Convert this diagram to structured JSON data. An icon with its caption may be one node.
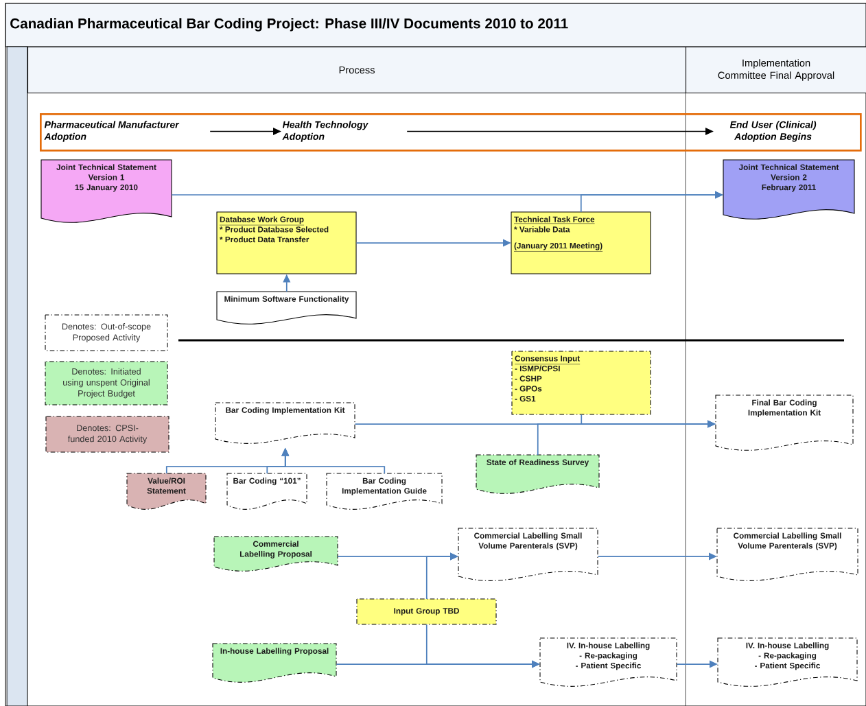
{
  "diagram": {
    "title": "Canadian Pharmaceutical Bar Coding Project:  Phase III/IV Documents 2010 to 2011",
    "nodes": [
      {
        "text": [
          "Process"
        ]
      },
      {
        "text": [
          "Implementation Committee Final Approval"
        ]
      },
      {
        "text": [],
        "shape": "box"
      },
      {
        "text": [
          "Pharmaceutical Manufacturer Adoption"
        ],
        "in": 2
      },
      {
        "text": [
          "Health Technology Adoption"
        ],
        "in": 2
      },
      {
        "text": [
          "End User (Clinical) Adoption Begins"
        ],
        "in": 2
      },
      {
        "text": [
          "Joint Technical Statement",
          "Version 1",
          "15 January 2010"
        ]
      },
      {
        "text": [
          "Database Work Group",
          "* Product Database Selected",
          "* Product Data Transfer"
        ]
      },
      {
        "text": [
          "Technical Task Force",
          "* Variable Data",
          "(January 2011 Meeting)"
        ]
      },
      {
        "text": [
          "Joint Technical Statement",
          "Version 2",
          "February 2011"
        ]
      },
      {
        "text": [
          "Minimum Software Functionality"
        ]
      },
      {
        "text": [
          "Denotes:  Out-of-scope Proposed Activity"
        ]
      },
      {
        "text": [
          "Denotes: Initiated using unspent Original Project Budget"
        ]
      },
      {
        "text": [
          "Denotes: CPSI-funded 2010 Activity"
        ]
      },
      {
        "text": [
          "Consensus Input",
          "- ISMP/CPSI",
          "- CSHP",
          "- GPOs",
          "- GS1"
        ]
      },
      {
        "text": [
          "Bar Coding Implementation Kit"
        ]
      },
      {
        "text": [
          "Final Bar Coding Implementation Kit"
        ]
      },
      {
        "text": [
          "State of Readiness Survey"
        ]
      },
      {
        "text": [
          "Value/ROI Statement"
        ]
      },
      {
        "text": [
          "Bar Coding “101”"
        ]
      },
      {
        "text": [
          "Bar Coding Implementation Guide"
        ]
      },
      {
        "text": [
          "Commercial Labelling Proposal"
        ]
      },
      {
        "text": [
          "Commercial Labelling Small Volume Parenterals (SVP)"
        ]
      },
      {
        "text": [
          "Commercial Labelling Small Volume Parenterals (SVP)"
        ]
      },
      {
        "text": [
          "Input Group TBD"
        ]
      },
      {
        "text": [
          "In-house Labelling Proposal"
        ]
      },
      {
        "text": [
          "IV.  In-house Labelling",
          "- Re-packaging",
          "- Patient Specific"
        ]
      },
      {
        "text": [
          "IV.  In-house Labelling",
          "- Re-packaging",
          "- Patient Specific"
        ]
      }
    ],
    "edges": [
      {
        "from": 3,
        "to": 4,
        "arrow": "to",
        "color": "#000000"
      },
      {
        "from": 4,
        "to": 5,
        "arrow": "to",
        "color": "#000000"
      },
      {
        "from": 6,
        "to": 9,
        "arrow": "to"
      },
      {
        "from": 8,
        "to": 9,
        "arrow": "to"
      },
      {
        "from": 7,
        "to": 8,
        "arrow": "to"
      },
      {
        "from": 10,
        "to": 7,
        "arrow": "to"
      },
      {
        "from": 18,
        "to": 15,
        "arrow": "to"
      },
      {
        "from": 19,
        "to": 15,
        "arrow": "to"
      },
      {
        "from": 20,
        "to": 15,
        "arrow": "to"
      },
      {
        "from": 15,
        "to": 16,
        "arrow": "to"
      },
      {
        "from": 14,
        "to": 16,
        "arrow": "to"
      },
      {
        "from": 17,
        "to": 16,
        "arrow": "to"
      },
      {
        "from": 21,
        "to": 22,
        "arrow": "to"
      },
      {
        "from": 24,
        "to": 22,
        "arrow": "to"
      },
      {
        "from": 22,
        "to": 23,
        "arrow": "to"
      },
      {
        "from": 25,
        "to": 26,
        "arrow": "to"
      },
      {
        "from": 24,
        "to": 26,
        "arrow": "to"
      },
      {
        "from": 26,
        "to": 27,
        "arrow": "to"
      }
    ]
  }
}
